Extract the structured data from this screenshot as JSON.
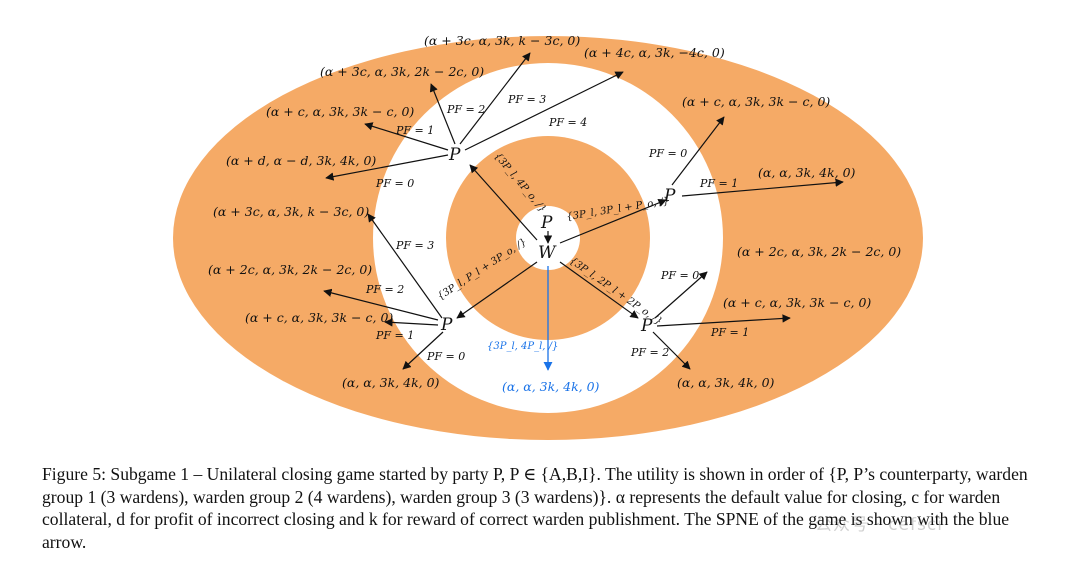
{
  "diagram": {
    "colors": {
      "ring": "#f5aa66",
      "arrow": "#111111",
      "spne": "#1a73e8",
      "background": "#ffffff"
    },
    "center_nodes": {
      "top": "P",
      "bottom": "W"
    },
    "action_labels": {
      "up_left": "{3P_l, 4P_o, /}",
      "up_right": "{3P_l, 3P_l + P_o, /}",
      "down_left": "{3P_l, P_l + 3P_o, /}",
      "down_right": "{3P_l, 2P_l + 2P_o, /}",
      "down": "{3P_l, 4P_l, /}"
    },
    "player_nodes": {
      "upper_left": "P",
      "upper_right": "P",
      "lower_left": "P",
      "lower_right": "P"
    },
    "pf_labels": {
      "ul_0": "PF = 0",
      "ul_1": "PF = 1",
      "ul_2": "PF = 2",
      "ul_3": "PF = 3",
      "ul_4": "PF = 4",
      "ur_0": "PF = 0",
      "ur_1": "PF = 1",
      "ll_0": "PF = 0",
      "ll_1": "PF = 1",
      "ll_2": "PF = 2",
      "ll_3": "PF = 3",
      "lr_0": "PF = 0",
      "lr_1": "PF = 1",
      "lr_2": "PF = 2"
    },
    "payoffs": {
      "ul_0": "(α + d, α − d, 3k, 4k, 0)",
      "ul_1": "(α + c, α, 3k, 3k − c, 0)",
      "ul_2": "(α + 3c, α, 3k, 2k − 2c, 0)",
      "ul_3": "(α + 3c, α, 3k, k − 3c, 0)",
      "ul_4": "(α + 4c, α, 3k, −4c, 0)",
      "ur_0": "(α + c, α, 3k, 3k − c, 0)",
      "ur_1": "(α, α, 3k, 4k, 0)",
      "ll_3": "(α + 3c, α, 3k, k − 3c, 0)",
      "ll_2": "(α + 2c, α, 3k, 2k − 2c, 0)",
      "ll_1": "(α + c, α, 3k, 3k − c, 0)",
      "ll_0": "(α, α, 3k, 4k, 0)",
      "lr_0": "(α + 2c, α, 3k, 2k − 2c, 0)",
      "lr_1": "(α + c, α, 3k, 3k − c, 0)",
      "lr_2": "(α, α, 3k, 4k, 0)",
      "spne": "(α, α, 3k, 4k, 0)"
    }
  },
  "caption": "Figure 5: Subgame 1 – Unilateral closing game started by party P, P ∈ {A,B,I}. The utility is shown in order of {P, P’s counterparty, warden group 1 (3 wardens), warden group 2 (4 wardens), warden group 3 (3 wardens)}. α represents the default value for closing, c for warden collateral, d for profit of incorrect closing and k for reward of correct warden publishment. The SPNE of the game is shown with the blue arrow.",
  "watermark": "公众号 · cefsci"
}
